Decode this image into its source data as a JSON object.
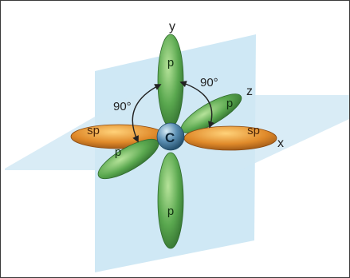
{
  "axes": {
    "x": "x",
    "y": "y",
    "z": "z"
  },
  "center_atom": "C",
  "orbitals": {
    "p_up": "p",
    "p_down": "p",
    "p_back": "p",
    "p_front": "p",
    "sp_left": "sp",
    "sp_right": "sp"
  },
  "angles": {
    "left": "90°",
    "right": "90°"
  },
  "colors": {
    "plane": "#c9e3f2",
    "p_orbital": "#5aa84f",
    "sp_orbital": "#e08a2a",
    "nucleus": "#4c7fa3"
  }
}
